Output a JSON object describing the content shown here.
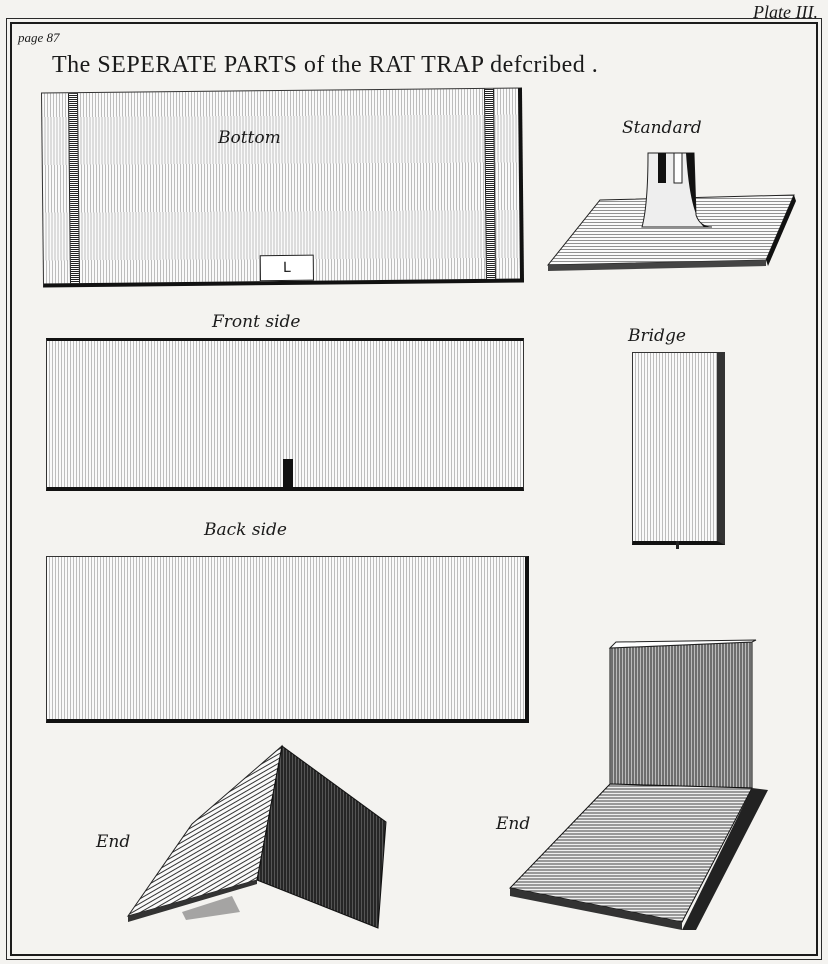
{
  "plate": {
    "plate_number": "Plate III.",
    "page_reference": "page 87",
    "title": "The SEPERATE PARTS of the RAT TRAP defcribed ."
  },
  "parts": {
    "bottom": {
      "label": "Bottom",
      "notch_mark": "L"
    },
    "standard": {
      "label": "Standard"
    },
    "front_side": {
      "label": "Front side"
    },
    "bridge": {
      "label": "Bridge"
    },
    "back_side": {
      "label": "Back side"
    },
    "end_left": {
      "label": "End"
    },
    "end_right": {
      "label": "End"
    }
  }
}
